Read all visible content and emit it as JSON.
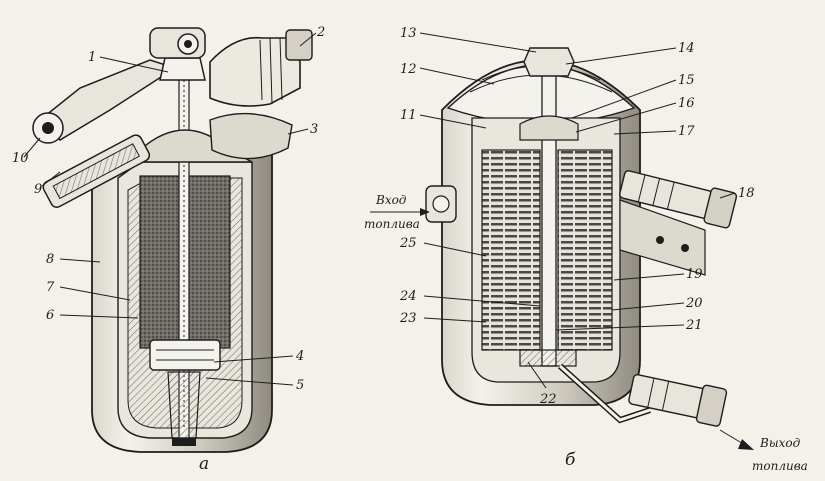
{
  "filter_a": {
    "callouts": [
      "1",
      "2",
      "3",
      "4",
      "5",
      "6",
      "7",
      "8",
      "9",
      "10"
    ],
    "caption": "а"
  },
  "filter_b": {
    "callouts": [
      "11",
      "12",
      "13",
      "14",
      "15",
      "16",
      "17",
      "18",
      "19",
      "20",
      "21",
      "22",
      "23",
      "24",
      "25"
    ],
    "caption": "б",
    "inlet_line1": "Вход",
    "inlet_line2": "топлива",
    "outlet_line1": "Выход",
    "outlet_line2": "топлива"
  },
  "colors": {
    "ink": "#1d1d1d",
    "paper": "#f3f1ea",
    "hatch": "#7a776f",
    "shade": "#bdb9ae"
  }
}
